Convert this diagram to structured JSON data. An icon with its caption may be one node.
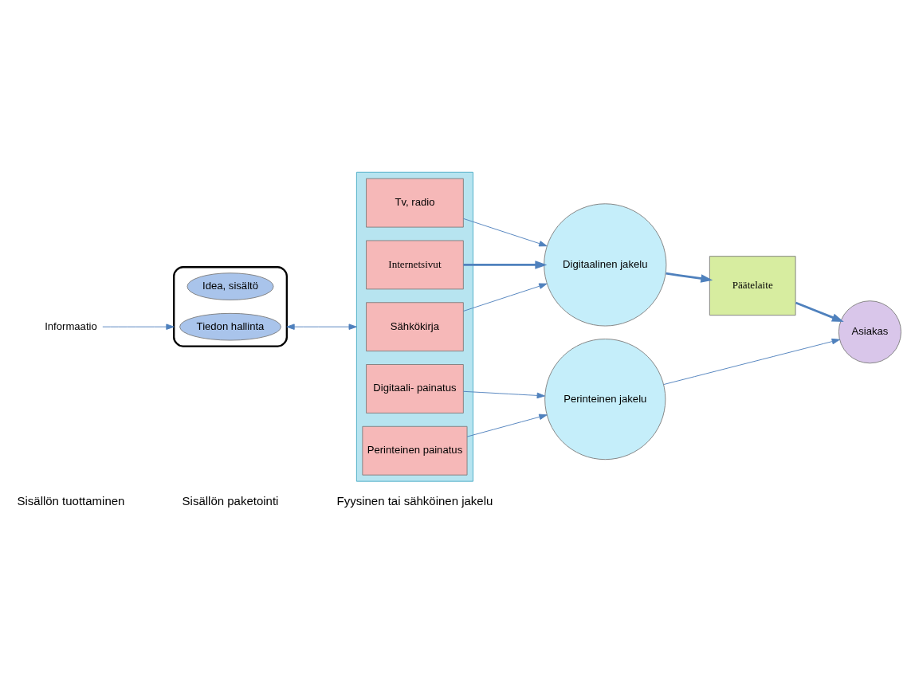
{
  "diagram": {
    "nodes": [
      {
        "text": [
          "Informaatio"
        ]
      },
      {
        "text": [],
        "shape": "ellipse"
      },
      {
        "text": [
          "Idea, sisältö"
        ],
        "in": 1
      },
      {
        "text": [
          "Tiedon hallinta"
        ],
        "in": 1
      },
      {
        "text": [],
        "shape": "box"
      },
      {
        "text": [
          "Tv, radio"
        ],
        "in": 4
      },
      {
        "text": [
          "Internetsivut"
        ],
        "in": 4
      },
      {
        "text": [
          "Sähkökirja"
        ],
        "in": 4
      },
      {
        "text": [
          "Digitaali- painatus"
        ],
        "in": 4
      },
      {
        "text": [
          "Perinteinen painatus"
        ],
        "in": 4
      },
      {
        "text": [
          "Digitaalinen jakelu"
        ]
      },
      {
        "text": [
          "Päätelaite"
        ]
      },
      {
        "text": [
          "Asiakas"
        ]
      },
      {
        "text": [
          "Perinteinen jakelu"
        ]
      }
    ],
    "edges": [
      {
        "from": 0,
        "to": 1,
        "arrow": "to"
      },
      {
        "from": 1,
        "to": 4,
        "arrow": "both"
      },
      {
        "from": 5,
        "to": 10,
        "arrow": "to"
      },
      {
        "from": 6,
        "to": 10,
        "arrow": "to",
        "style": "thick"
      },
      {
        "from": 7,
        "to": 10,
        "arrow": "to"
      },
      {
        "from": 8,
        "to": 13,
        "arrow": "to"
      },
      {
        "from": 9,
        "to": 13,
        "arrow": "to"
      },
      {
        "from": 10,
        "to": 11,
        "arrow": "to",
        "style": "thick"
      },
      {
        "from": 11,
        "to": 12,
        "arrow": "to",
        "style": "thick"
      },
      {
        "from": 13,
        "to": 12,
        "arrow": "to"
      }
    ],
    "labels": [
      "Sisällön tuottaminen",
      "Sisällön paketointi",
      "Fyysinen tai sähköinen jakelu"
    ]
  }
}
